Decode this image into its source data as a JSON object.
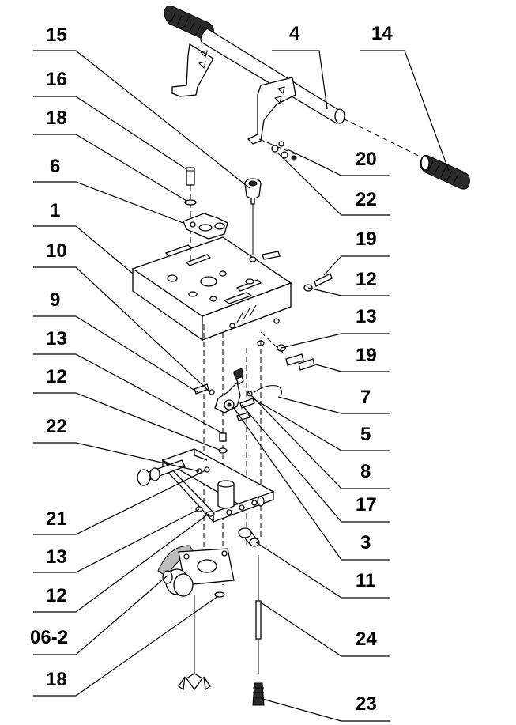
{
  "callouts": {
    "left": [
      "15",
      "16",
      "18",
      "6",
      "1",
      "10",
      "9",
      "13",
      "12",
      "22",
      "21",
      "13",
      "12",
      "06-2",
      "18"
    ],
    "right": [
      "4",
      "14",
      "20",
      "22",
      "19",
      "12",
      "13",
      "19",
      "7",
      "5",
      "8",
      "17",
      "3",
      "11",
      "24",
      "23"
    ]
  }
}
